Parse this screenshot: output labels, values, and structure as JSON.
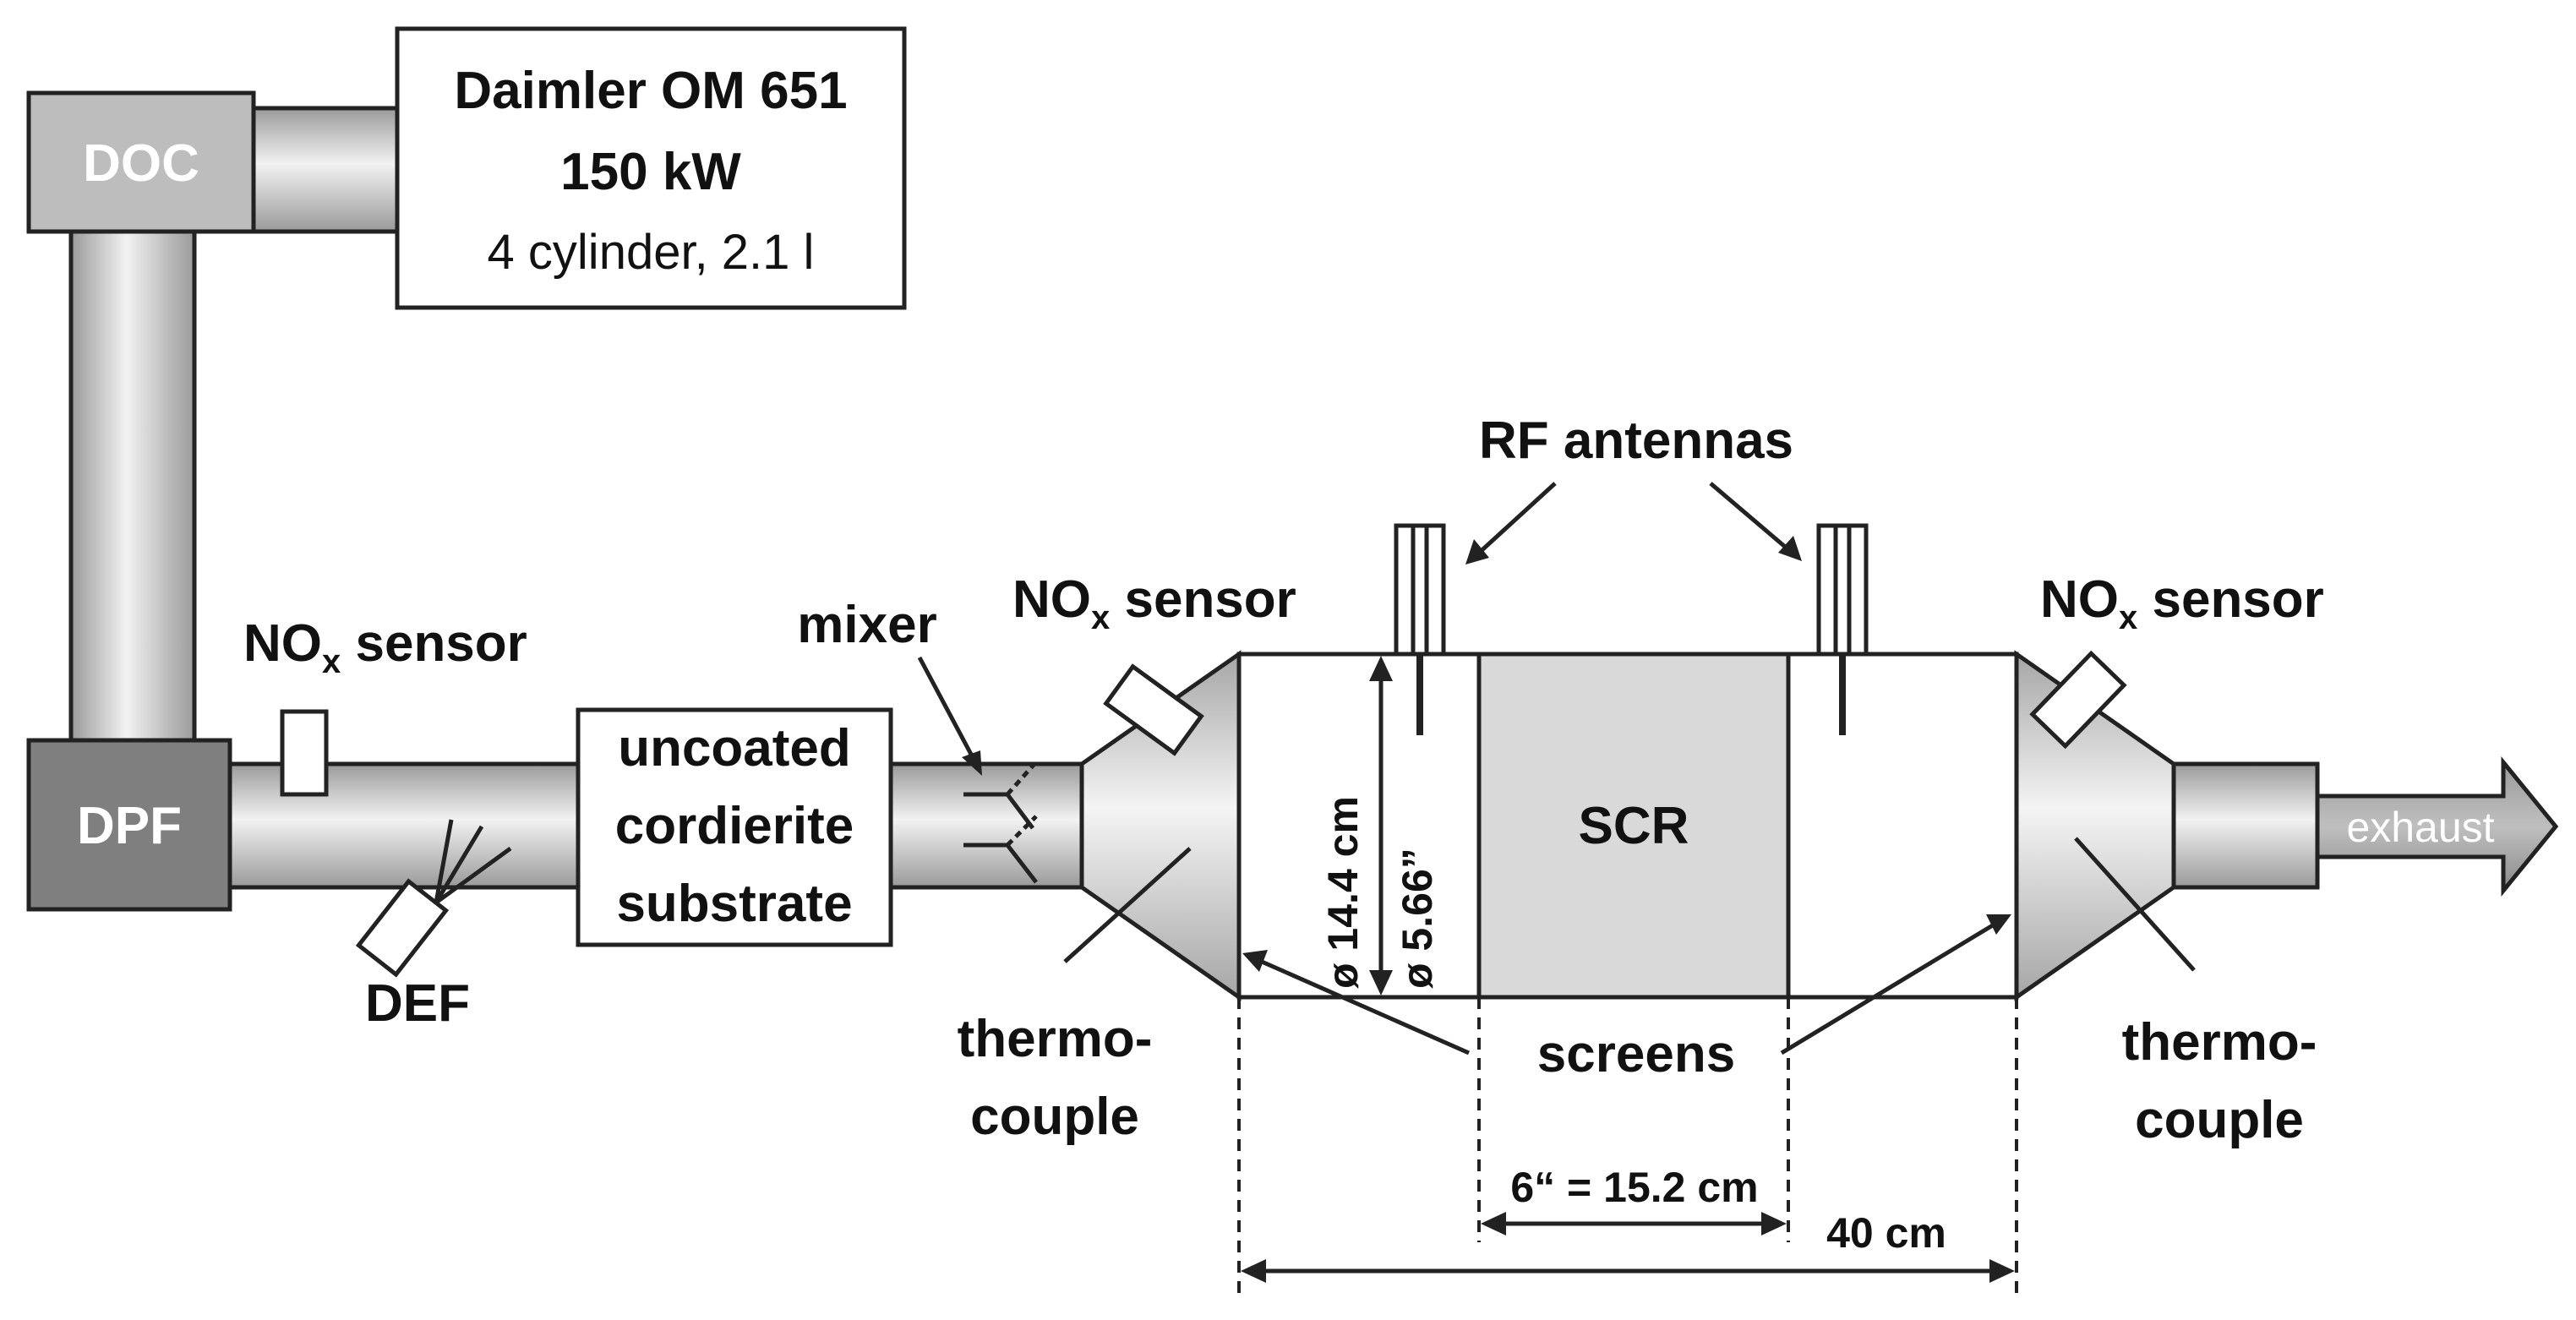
{
  "engine": {
    "line1": "Daimler OM 651",
    "line2": "150 kW",
    "line3": "4 cylinder, 2.1 l"
  },
  "components": {
    "doc": "DOC",
    "dpf": "DPF",
    "def": "DEF",
    "mixer": "mixer",
    "substrate": [
      "uncoated",
      "cordierite",
      "substrate"
    ],
    "scr": "SCR",
    "exhaust": "exhaust"
  },
  "sensors": {
    "nox_prefix": "NO",
    "nox_sub": "x",
    "nox_suffix": " sensor",
    "thermocouple_line1": "thermo-",
    "thermocouple_line2": "couple"
  },
  "annotations": {
    "rf_antennas": "RF antennas",
    "screens": "screens"
  },
  "dimensions": {
    "diameter_cm": "ø 14.4 cm",
    "diameter_in": "ø 5.66”",
    "scr_length": "6“ = 15.2 cm",
    "total_length": "40 cm"
  },
  "colors": {
    "pipe_light": "#e6e6e6",
    "pipe_dark": "#9a9a9a",
    "doc_fill": "#bdbdbd",
    "dpf_fill": "#7f7f7f",
    "scr_fill": "#d9d9d9"
  }
}
